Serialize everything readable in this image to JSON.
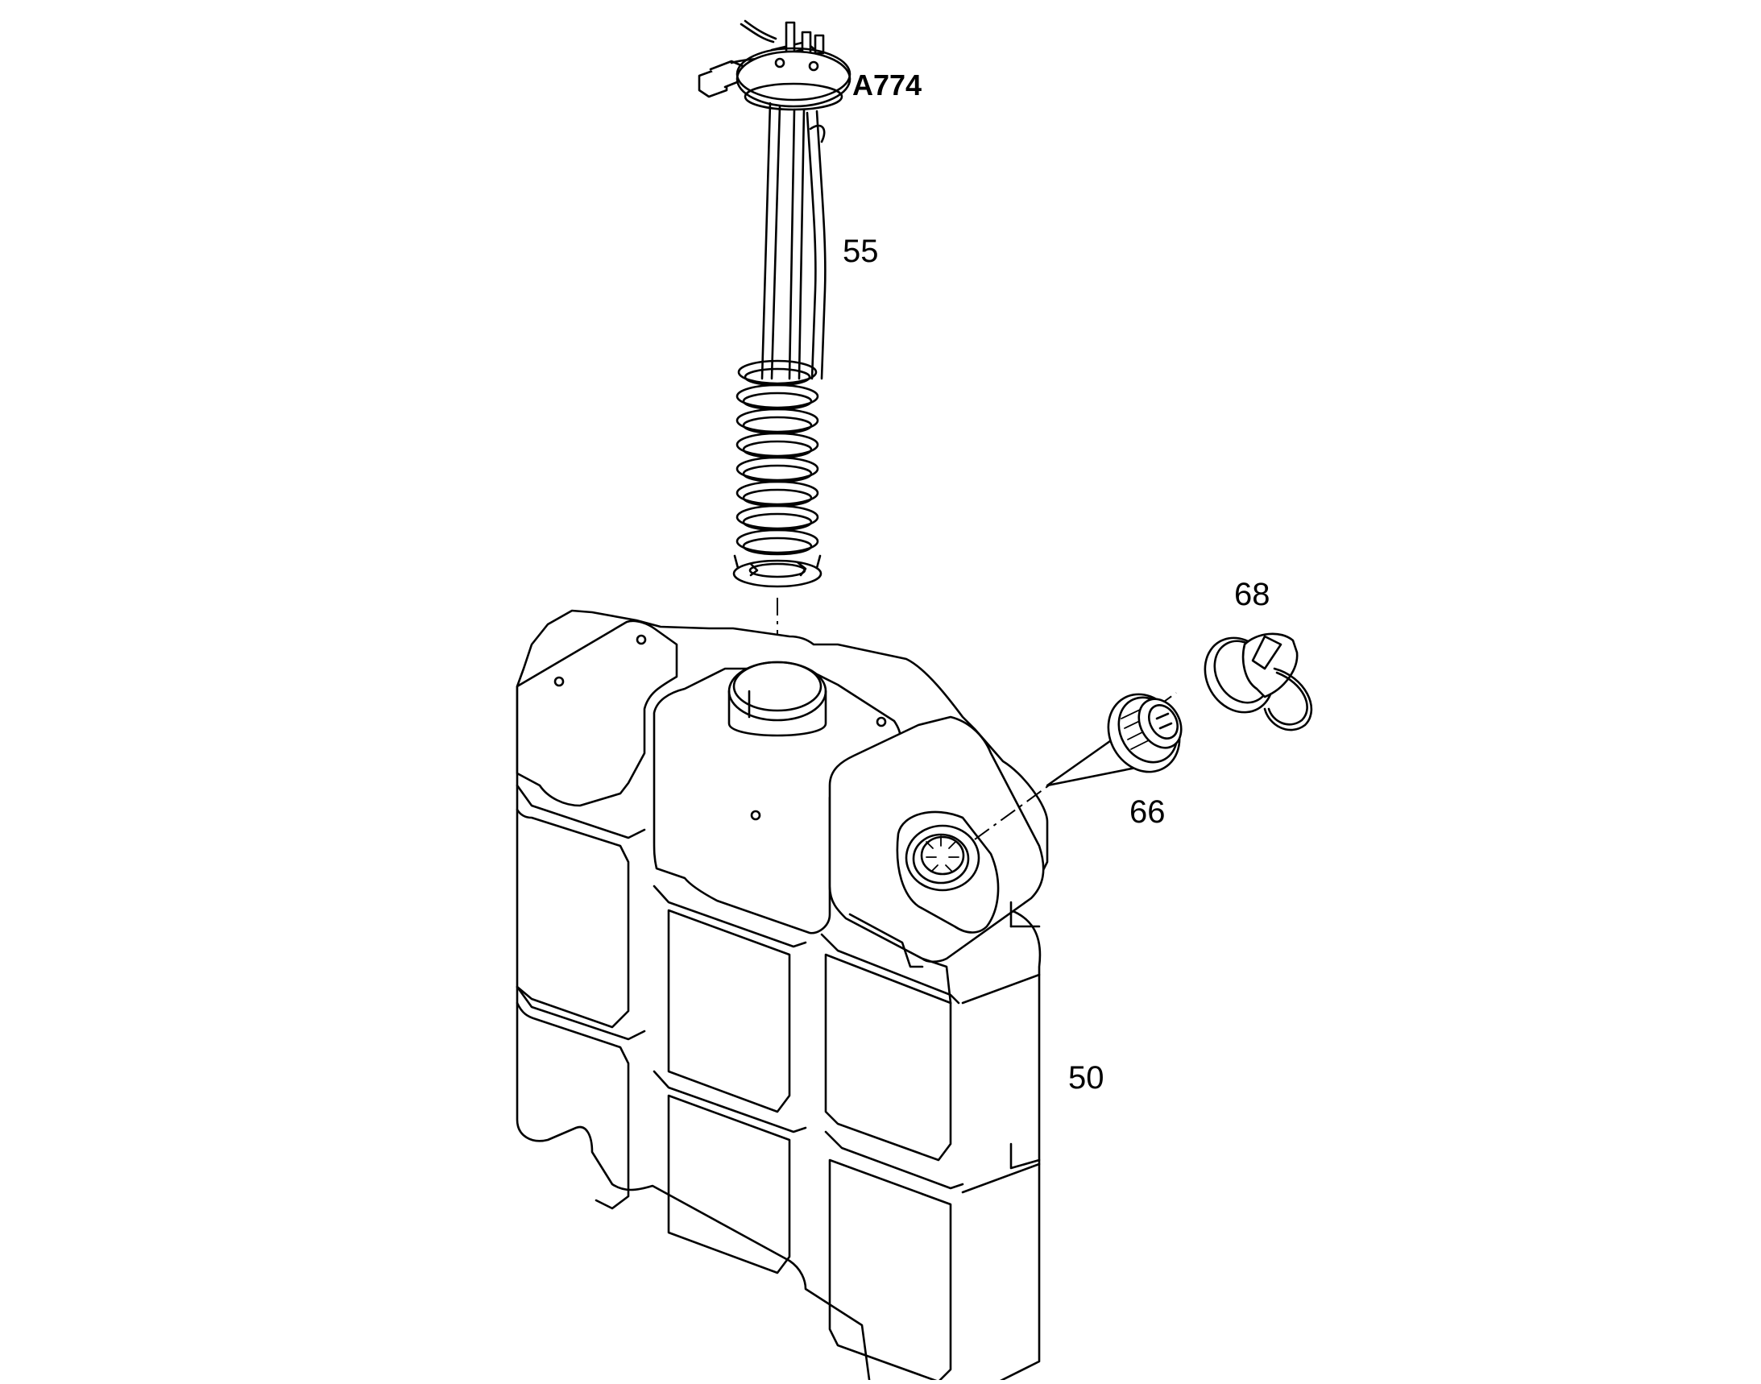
{
  "labels": {
    "sensor_label": "A774",
    "sender_unit_label": "55",
    "tank_label": "50",
    "filler_neck_label": "66",
    "cap_label": "68"
  }
}
